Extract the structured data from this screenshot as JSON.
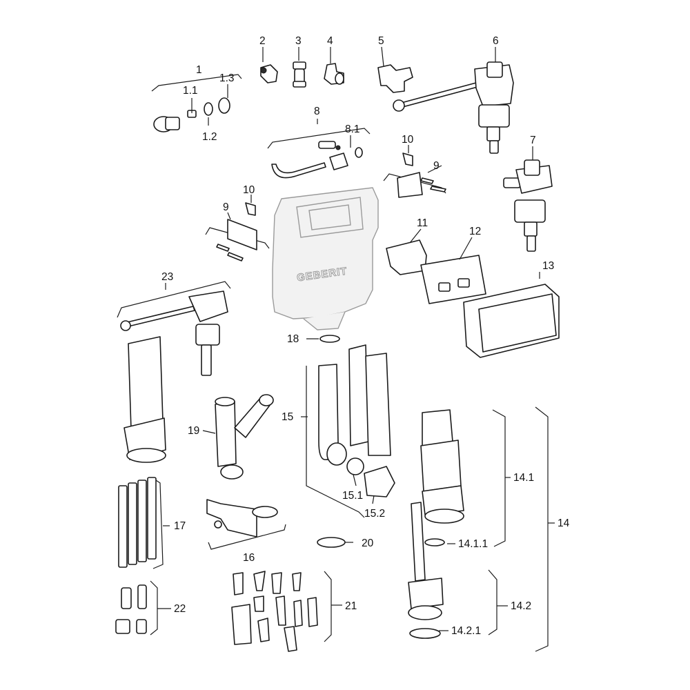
{
  "diagram": {
    "brand_logo": "GEBERIT",
    "labels": {
      "p1": "1",
      "p1_1": "1.1",
      "p1_2": "1.2",
      "p1_3": "1.3",
      "p2": "2",
      "p3": "3",
      "p4": "4",
      "p5": "5",
      "p6": "6",
      "p7": "7",
      "p8": "8",
      "p8_1": "8.1",
      "p9a": "9",
      "p9b": "9",
      "p10a": "10",
      "p10b": "10",
      "p11": "11",
      "p12": "12",
      "p13": "13",
      "p14": "14",
      "p14_1": "14.1",
      "p14_1_1": "14.1.1",
      "p14_2": "14.2",
      "p14_2_1": "14.2.1",
      "p15": "15",
      "p15_1": "15.1",
      "p15_2": "15.2",
      "p16": "16",
      "p17": "17",
      "p18": "18",
      "p19": "19",
      "p20": "20",
      "p21": "21",
      "p22": "22",
      "p23": "23"
    }
  }
}
